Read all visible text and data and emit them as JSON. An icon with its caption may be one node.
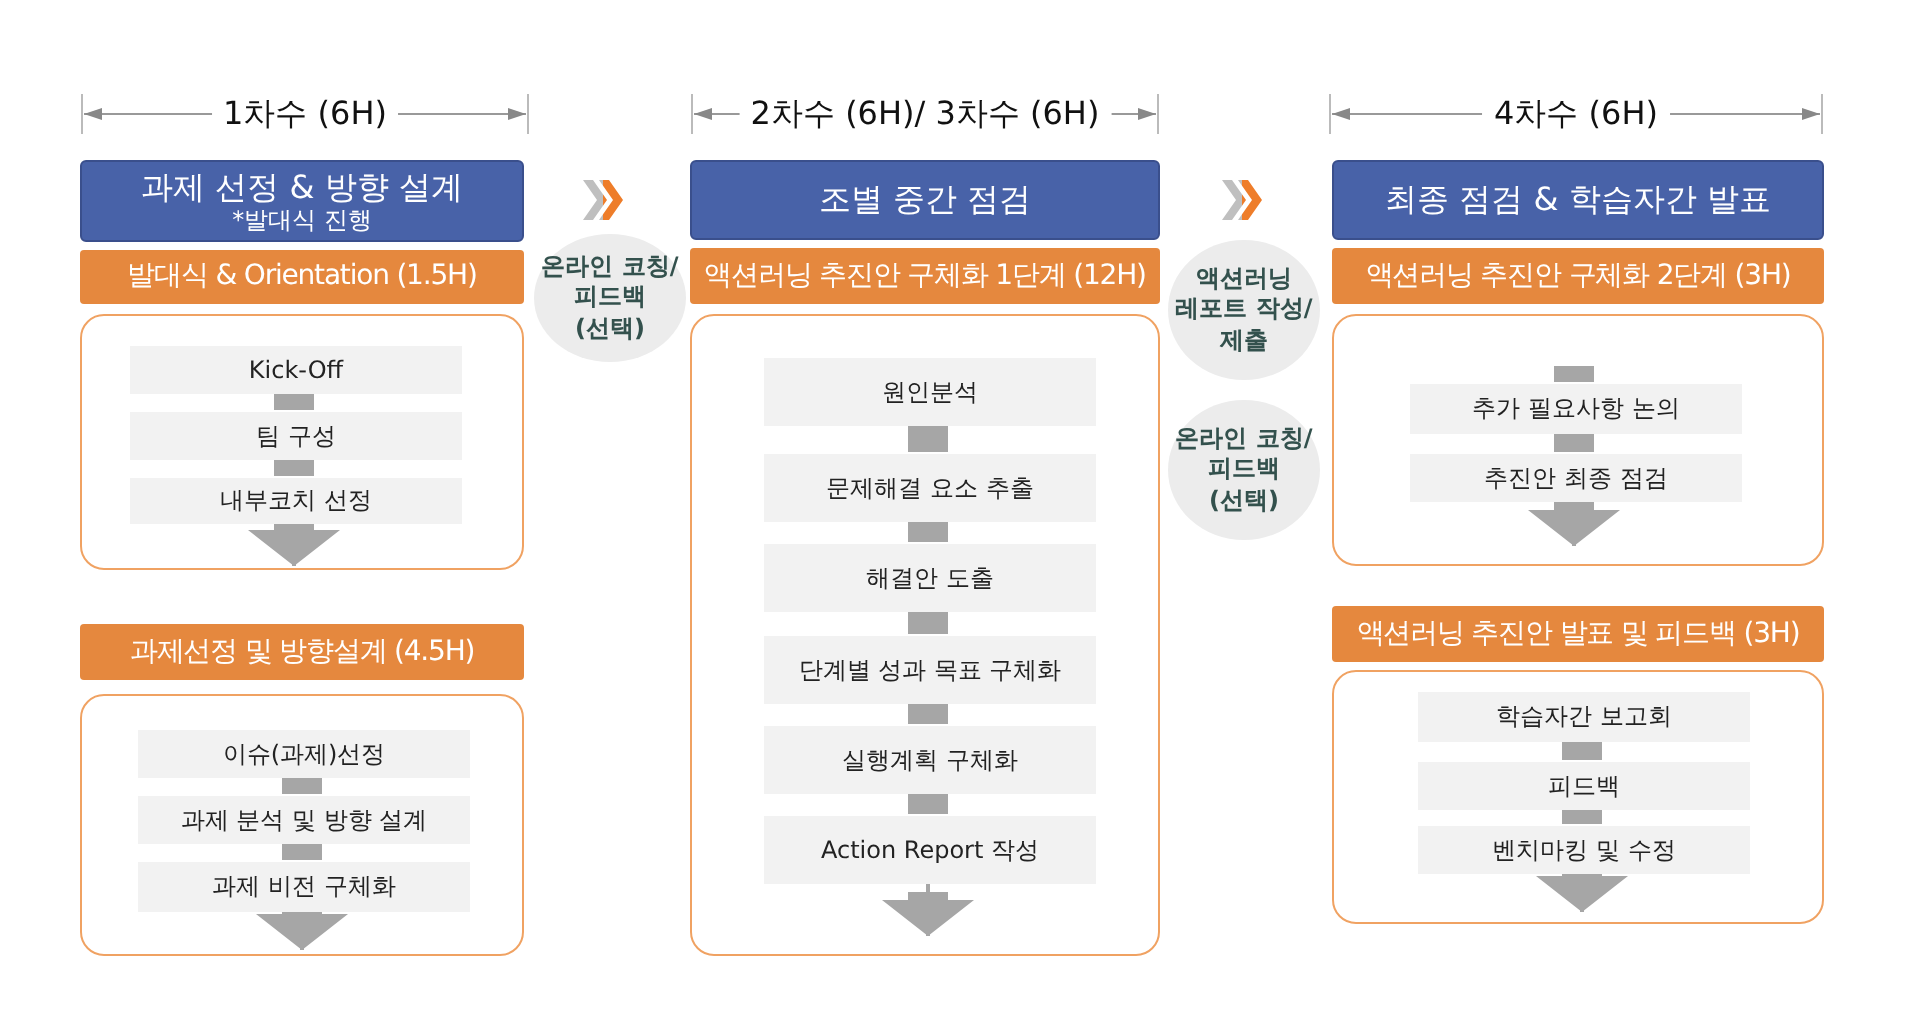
{
  "diagram": {
    "nodes": [
      {
        "text": [
          "과제 선정 & 방향 설계",
          "*발대식 진행"
        ]
      },
      {
        "text": [
          "발대식 & Orientation (1.5H)"
        ]
      },
      {
        "text": [],
        "shape": "box"
      },
      {
        "text": [
          "Kick-Off"
        ],
        "in": 2
      },
      {
        "text": [
          "팀 구성"
        ],
        "in": 2
      },
      {
        "text": [
          "내부코치 선정"
        ],
        "in": 2
      },
      {
        "text": [
          "과제선정 및 방향설계 (4.5H)"
        ]
      },
      {
        "text": [],
        "shape": "box"
      },
      {
        "text": [
          "이슈(과제)선정"
        ],
        "in": 7
      },
      {
        "text": [
          "과제 분석 및 방향 설계"
        ],
        "in": 7
      },
      {
        "text": [
          "과제 비전 구체화"
        ],
        "in": 7
      },
      {
        "text": [
          "온라인 코칭/피드백 (선택)"
        ]
      },
      {
        "text": [
          "조별 중간 점검"
        ]
      },
      {
        "text": [
          "액션러닝 추진안 구체화 1단계 (12H)"
        ]
      },
      {
        "text": [],
        "shape": "box"
      },
      {
        "text": [
          "원인분석"
        ],
        "in": 14
      },
      {
        "text": [
          "문제해결 요소 추출"
        ],
        "in": 14
      },
      {
        "text": [
          "해결안 도출"
        ],
        "in": 14
      },
      {
        "text": [
          "단계별 성과 목표 구체화"
        ],
        "in": 14
      },
      {
        "text": [
          "실행계획 구체화"
        ],
        "in": 14
      },
      {
        "text": [
          "Action Report 작성"
        ],
        "in": 14
      },
      {
        "text": [
          "액션러닝 레포트 작성/제출"
        ]
      },
      {
        "text": [
          "온라인 코칭/피드백 (선택)"
        ]
      },
      {
        "text": [
          "최종 점검 & 학습자간 발표"
        ]
      },
      {
        "text": [
          "액션러닝 추진안 구체화 2단계 (3H)"
        ]
      },
      {
        "text": [],
        "shape": "box"
      },
      {
        "text": [
          "추가 필요사항 논의"
        ],
        "in": 25
      },
      {
        "text": [
          "추진안 최종 점검"
        ],
        "in": 25
      },
      {
        "text": [
          "액션러닝 추진안 발표 및 피드백 (3H)"
        ]
      },
      {
        "text": [],
        "shape": "box"
      },
      {
        "text": [
          "학습자간 보고회"
        ],
        "in": 29
      },
      {
        "text": [
          "피드백"
        ],
        "in": 29
      },
      {
        "text": [
          "벤치마킹 및 수정"
        ],
        "in": 29
      }
    ],
    "edges": [
      {
        "from": 0,
        "to": 12,
        "arrow": "to"
      },
      {
        "from": 12,
        "to": 23,
        "arrow": "to"
      },
      {
        "from": 3,
        "to": 4,
        "arrow": "none"
      },
      {
        "from": 4,
        "to": 5,
        "arrow": "none"
      },
      {
        "from": 5,
        "to": null,
        "arrow": "to"
      },
      {
        "from": 8,
        "to": 9,
        "arrow": "none"
      },
      {
        "from": 9,
        "to": 10,
        "arrow": "none"
      },
      {
        "from": 10,
        "to": null,
        "arrow": "to"
      },
      {
        "from": 15,
        "to": 16,
        "arrow": "none"
      },
      {
        "from": 16,
        "to": 17,
        "arrow": "none"
      },
      {
        "from": 17,
        "to": 18,
        "arrow": "none"
      },
      {
        "from": 18,
        "to": 19,
        "arrow": "none"
      },
      {
        "from": 19,
        "to": 20,
        "arrow": "none"
      },
      {
        "from": 20,
        "to": null,
        "arrow": "to"
      },
      {
        "from": null,
        "to": 26,
        "arrow": "none"
      },
      {
        "from": 26,
        "to": 27,
        "arrow": "none"
      },
      {
        "from": 27,
        "to": null,
        "arrow": "to"
      },
      {
        "from": 30,
        "to": 31,
        "arrow": "none"
      },
      {
        "from": 31,
        "to": 32,
        "arrow": "none"
      },
      {
        "from": 32,
        "to": null,
        "arrow": "to"
      }
    ],
    "labels": [
      "1차수 (6H)",
      "2차수 (6H)/ 3차수 (6H)",
      "4차수 (6H)"
    ]
  }
}
